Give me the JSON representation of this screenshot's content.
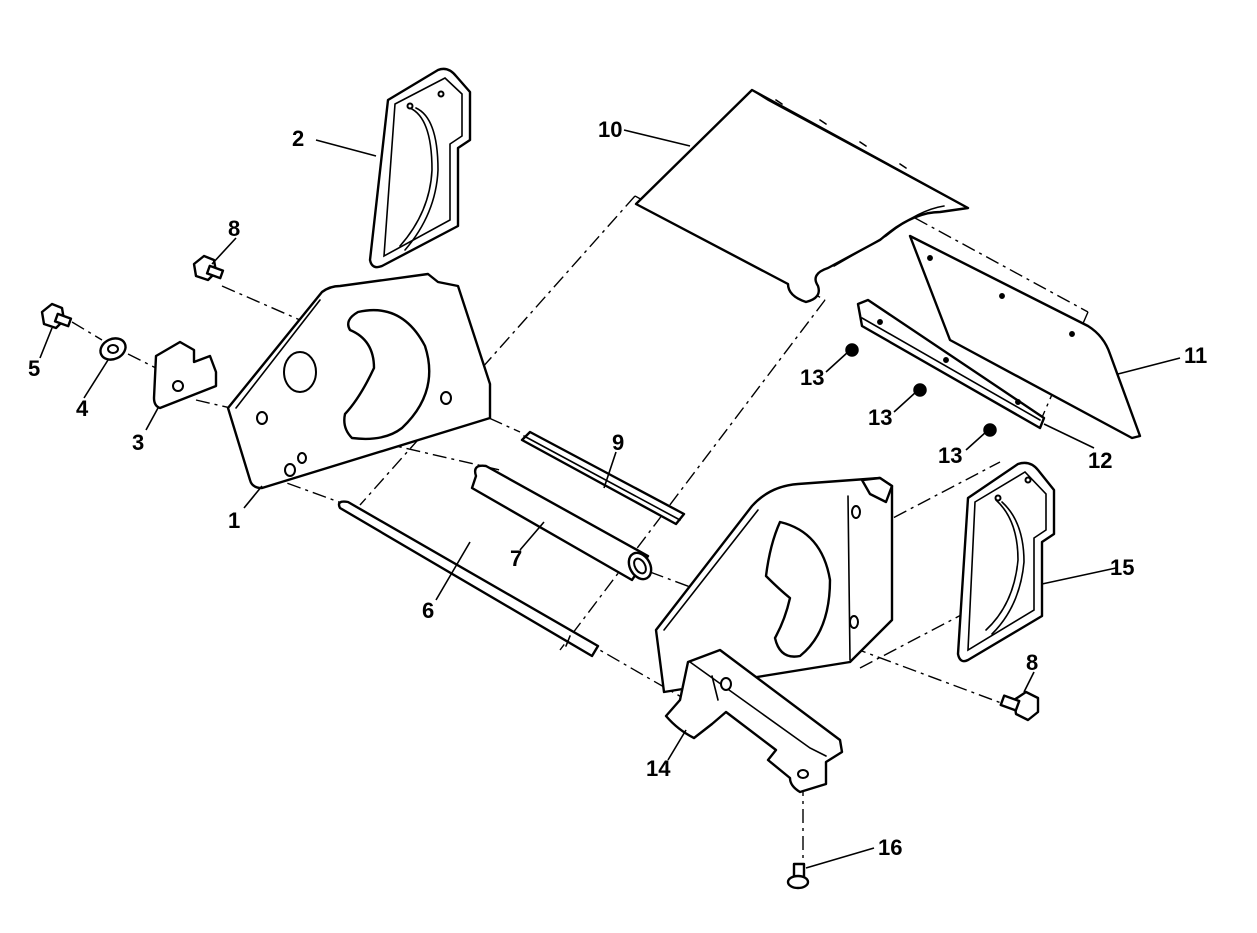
{
  "callouts": {
    "c1": "1",
    "c2": "2",
    "c3": "3",
    "c4": "4",
    "c5": "5",
    "c6": "6",
    "c7": "7",
    "c8a": "8",
    "c8b": "8",
    "c9": "9",
    "c10": "10",
    "c11": "11",
    "c12": "12",
    "c13a": "13",
    "c13b": "13",
    "c13c": "13",
    "c14": "14",
    "c15": "15",
    "c16": "16"
  },
  "colors": {
    "line": "#000000",
    "background": "#ffffff"
  }
}
